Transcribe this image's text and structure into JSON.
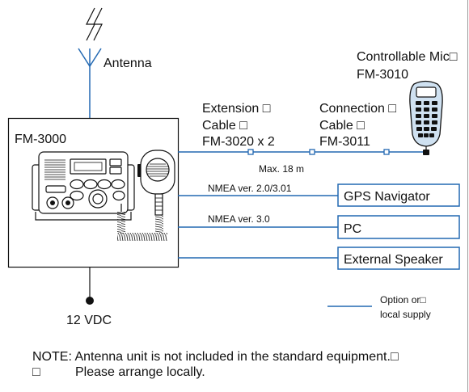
{
  "diagram": {
    "antenna": {
      "label": "Antenna"
    },
    "main_unit": {
      "label": "FM-3000"
    },
    "power_supply": {
      "label": "12 VDC"
    },
    "controllable_mic": {
      "label": "Controllable Mic□",
      "model": "FM-3010"
    },
    "extension_cable": {
      "line1": "Extension □",
      "line2": "Cable □",
      "line3": "FM-3020 x 2"
    },
    "connection_cable": {
      "line1": "Connection □",
      "line2": "Cable □",
      "line3": "FM-3011"
    },
    "max_length": "Max. 18 m",
    "peripherals": [
      {
        "interface": "NMEA ver. 2.0/3.01",
        "device": "GPS Navigator"
      },
      {
        "interface": "NMEA ver. 3.0",
        "device": "PC"
      },
      {
        "device": "External Speaker"
      }
    ],
    "legend": {
      "line1": "Option or□",
      "line2": "local supply"
    },
    "note": {
      "line1": "NOTE: Antenna unit is not included in the standard equipment.□",
      "line2_mark": "□",
      "line2_text": "Please arrange locally."
    }
  },
  "colors": {
    "connection_line": "#2268b2",
    "outline": "#111111",
    "mic_fill": "#cfe1f1"
  }
}
